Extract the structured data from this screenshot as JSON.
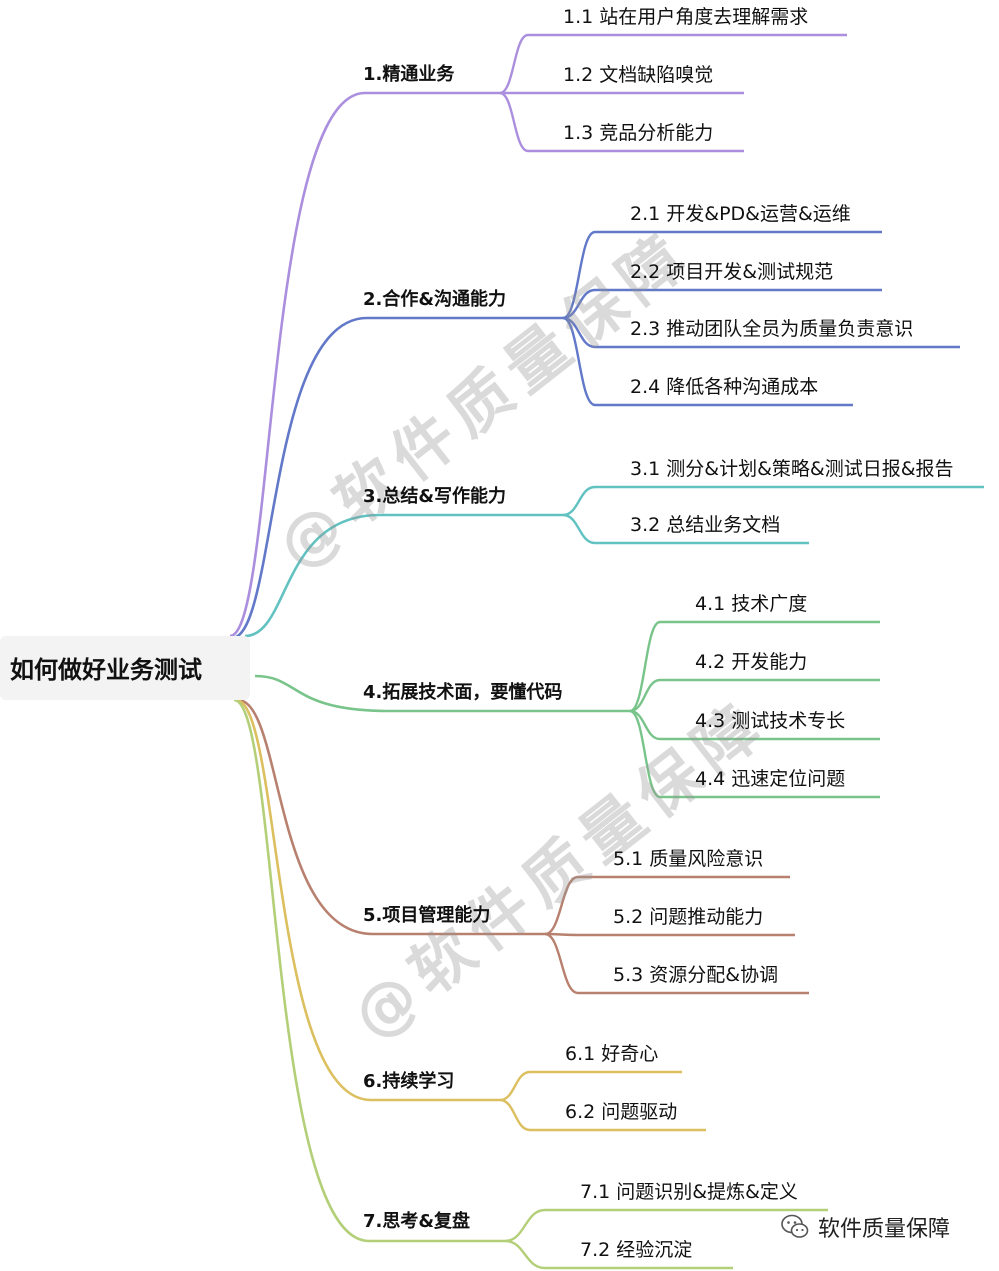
{
  "root": {
    "label": "如何做好业务测试"
  },
  "branches": [
    {
      "label": "1.精通业务",
      "color": "#ab8fde",
      "children": [
        "1.1 站在用户角度去理解需求",
        "1.2  文档缺陷嗅觉",
        "1.3  竞品分析能力"
      ]
    },
    {
      "label": "2.合作&沟通能力",
      "color": "#6278c8",
      "children": [
        "2.1  开发&PD&运营&运维",
        "2.2  项目开发&测试规范",
        "2.3  推动团队全员为质量负责意识",
        "2.4  降低各种沟通成本"
      ]
    },
    {
      "label": "3.总结&写作能力",
      "color": "#62c2c2",
      "children": [
        "3.1  测分&计划&策略&测试日报&报告",
        "3.2  总结业务文档"
      ]
    },
    {
      "label": "4.拓展技术面，要懂代码",
      "color": "#78c48a",
      "children": [
        "4.1  技术广度",
        "4.2  开发能力",
        "4.3  测试技术专长",
        "4.4  迅速定位问题"
      ]
    },
    {
      "label": "5.项目管理能力",
      "color": "#b8806e",
      "children": [
        "5.1 质量风险意识",
        "5.2  问题推动能力",
        "5.3  资源分配&协调"
      ]
    },
    {
      "label": "6.持续学习",
      "color": "#dcbf5f",
      "children": [
        "6.1 好奇心",
        "6.2  问题驱动"
      ]
    },
    {
      "label": "7.思考&复盘",
      "color": "#b3cf78",
      "children": [
        "7.1  问题识别&提炼&定义",
        "7.2  经验沉淀"
      ]
    }
  ],
  "watermarks": [
    "@软件质量保障",
    "@软件质量保障"
  ],
  "brand": {
    "label": "软件质量保障",
    "icon": "wechat-icon"
  }
}
